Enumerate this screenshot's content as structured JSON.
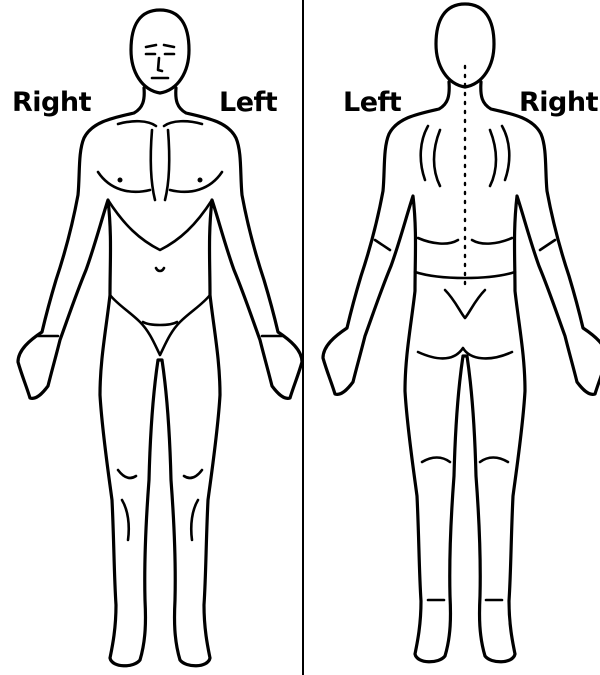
{
  "front_view": {
    "label_right": "Right",
    "label_left": "Left"
  },
  "back_view": {
    "label_left": "Left",
    "label_right": "Right"
  },
  "colors": {
    "ink": "#000000",
    "background": "#ffffff"
  }
}
